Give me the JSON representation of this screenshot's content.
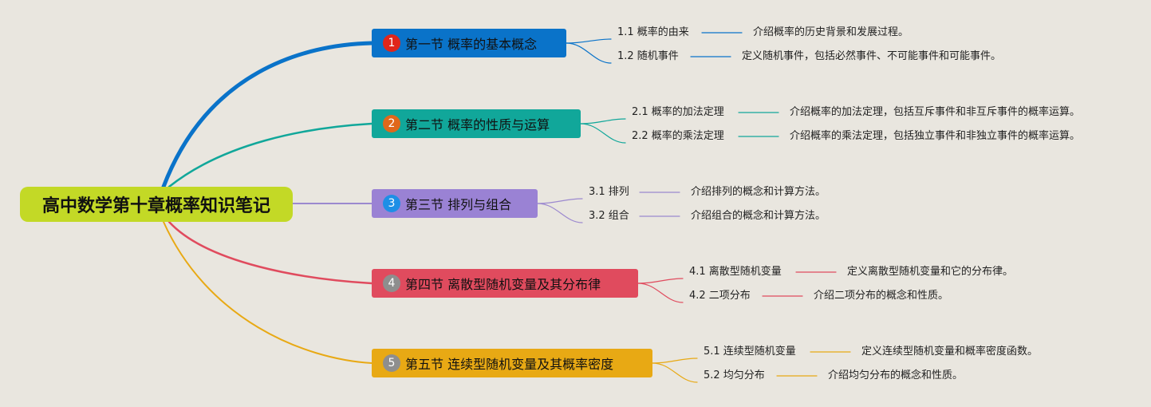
{
  "root": {
    "title": "高中数学第十章概率知识笔记"
  },
  "sections": [
    {
      "number": "1",
      "title": "第一节 概率的基本概念",
      "colors": {
        "line": "#0a73c9",
        "box": "#0a73c9",
        "num": "#e0261b"
      },
      "subs": [
        {
          "label": "1.1 概率的由来",
          "desc": "介绍概率的历史背景和发展过程。"
        },
        {
          "label": "1.2 随机事件",
          "desc": "定义随机事件，包括必然事件、不可能事件和可能事件。"
        }
      ]
    },
    {
      "number": "2",
      "title": "第二节 概率的性质与运算",
      "colors": {
        "line": "#11a79a",
        "box": "#11a79a",
        "num": "#e0681b"
      },
      "subs": [
        {
          "label": "2.1 概率的加法定理",
          "desc": "介绍概率的加法定理，包括互斥事件和非互斥事件的概率运算。"
        },
        {
          "label": "2.2 概率的乘法定理",
          "desc": "介绍概率的乘法定理，包括独立事件和非独立事件的概率运算。"
        }
      ]
    },
    {
      "number": "3",
      "title": "第三节 排列与组合",
      "colors": {
        "line": "#9c89cf",
        "box": "#9a82d4",
        "num": "#1e8fe6"
      },
      "subs": [
        {
          "label": "3.1 排列",
          "desc": "介绍排列的概念和计算方法。"
        },
        {
          "label": "3.2 组合",
          "desc": "介绍组合的概念和计算方法。"
        }
      ]
    },
    {
      "number": "4",
      "title": "第四节 离散型随机变量及其分布律",
      "colors": {
        "line": "#e04b5e",
        "box": "#e04b5e",
        "num": "#8e8e8e"
      },
      "subs": [
        {
          "label": "4.1 离散型随机变量",
          "desc": "定义离散型随机变量和它的分布律。"
        },
        {
          "label": "4.2 二项分布",
          "desc": "介绍二项分布的概念和性质。"
        }
      ]
    },
    {
      "number": "5",
      "title": "第五节 连续型随机变量及其概率密度",
      "colors": {
        "line": "#e8a914",
        "box": "#e8a914",
        "num": "#8e8e8e"
      },
      "subs": [
        {
          "label": "5.1 连续型随机变量",
          "desc": "定义连续型随机变量和概率密度函数。"
        },
        {
          "label": "5.2 均匀分布",
          "desc": "介绍均匀分布的概念和性质。"
        }
      ]
    }
  ]
}
